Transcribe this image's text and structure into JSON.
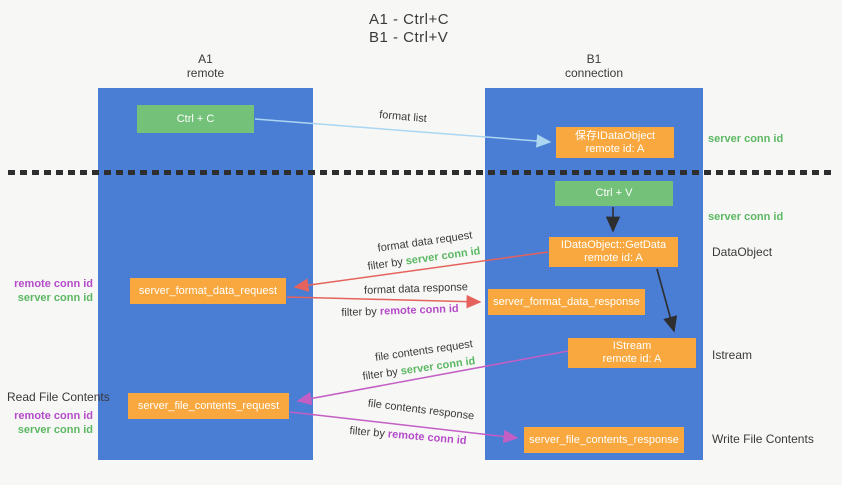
{
  "title": {
    "line1": "A1 - Ctrl+C",
    "line2": "B1 - Ctrl+V"
  },
  "columns": {
    "a1": {
      "name": "A1",
      "sub": "remote"
    },
    "b1": {
      "name": "B1",
      "sub": "connection"
    }
  },
  "boxes": {
    "ctrl_c": "Ctrl + C",
    "ctrl_v": "Ctrl + V",
    "save_idataobject": {
      "line1": "保存IDataObject",
      "line2": "remote id: A"
    },
    "getdata": {
      "line1": "IDataObject::GetData",
      "line2": "remote id: A"
    },
    "istream": {
      "line1": "IStream",
      "line2": "remote id: A"
    },
    "format_request": "server_format_data_request",
    "format_response": "server_format_data_response",
    "file_request": "server_file_contents_request",
    "file_response": "server_file_contents_response"
  },
  "flow_labels": {
    "format_list": "format list",
    "format_data_request": {
      "line": "format data request",
      "filter_prefix": "filter by ",
      "filter_key": "server conn id"
    },
    "format_data_response": {
      "line": "format data response",
      "filter_prefix": "filter by ",
      "filter_key": "remote conn id"
    },
    "file_contents_request": {
      "line": "file contents request",
      "filter_prefix": "filter by ",
      "filter_key": "server conn id"
    },
    "file_contents_response": {
      "line": "file contents response",
      "filter_prefix": "filter by ",
      "filter_key": "remote conn id"
    }
  },
  "side_labels": {
    "server_conn_id_top": "server conn id",
    "server_conn_id_mid": "server conn id",
    "dataobject": "DataObject",
    "istream": "Istream",
    "write_file_contents": "Write File Contents",
    "read_file_contents": "Read File Contents",
    "left_top": {
      "remote": "remote conn id",
      "server": "server conn id"
    },
    "left_bottom": {
      "remote": "remote conn id",
      "server": "server conn id"
    }
  },
  "colors": {
    "background": "#f7f7f6",
    "column_blue": "#4a7dd4",
    "box_green": "#74c279",
    "box_orange": "#f8a83e",
    "text_dark": "#3a3a3a",
    "green_keyword": "#5cb863",
    "purple_keyword": "#b44bc8",
    "arrow_red": "#e5635c",
    "arrow_purple": "#c35ec4",
    "arrow_blue": "#aad6f2",
    "arrow_black": "#2e2e2e",
    "dotted_line": "#2e2e2e"
  }
}
